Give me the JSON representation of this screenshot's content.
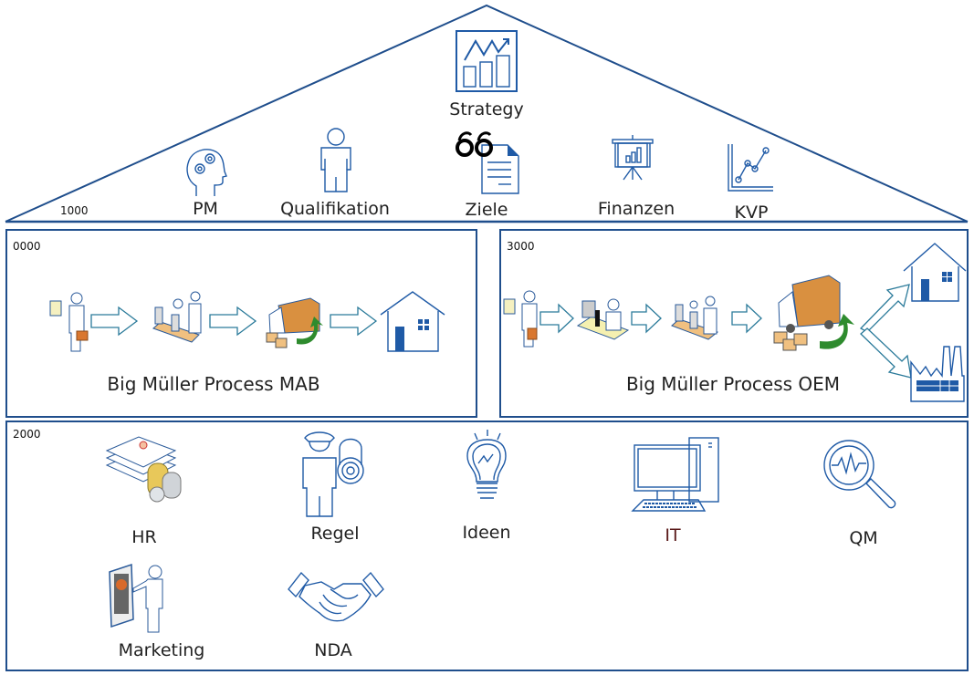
{
  "roof": {
    "code": "1000",
    "strategy_label": "Strategy",
    "items": [
      {
        "label": "PM",
        "icon": "head-gears-icon"
      },
      {
        "label": "Qualifikation",
        "icon": "person-icon"
      },
      {
        "label": "Ziele",
        "icon": "glasses-document-icon"
      },
      {
        "label": "Finanzen",
        "icon": "presentation-chart-icon"
      },
      {
        "label": "KVP",
        "icon": "line-graph-icon"
      }
    ]
  },
  "process_mab": {
    "code": "0000",
    "title": "Big Müller Process MAB",
    "steps": [
      "customer-order-icon",
      "assembly-line-icon",
      "delivery-truck-icon",
      "house-icon"
    ]
  },
  "process_oem": {
    "code": "3000",
    "title": "Big Müller Process OEM",
    "steps": [
      "customer-order-icon",
      "lab-research-icon",
      "assembly-line-icon",
      "delivery-truck-icon"
    ],
    "destinations": [
      "house-icon",
      "factory-icon"
    ]
  },
  "support": {
    "code": "2000",
    "items": [
      {
        "label": "HR",
        "icon": "documents-coins-icon"
      },
      {
        "label": "Regel",
        "icon": "guard-lock-icon"
      },
      {
        "label": "Ideen",
        "icon": "lightbulb-icon"
      },
      {
        "label": "IT",
        "icon": "computer-icon"
      },
      {
        "label": "QM",
        "icon": "magnifier-pulse-icon"
      },
      {
        "label": "Marketing",
        "icon": "presenter-icon"
      },
      {
        "label": "NDA",
        "icon": "handshake-icon"
      }
    ]
  },
  "colors": {
    "line": "#1f4e8c",
    "icon": "#1f5aa6",
    "it_label": "#5a1a1a"
  }
}
